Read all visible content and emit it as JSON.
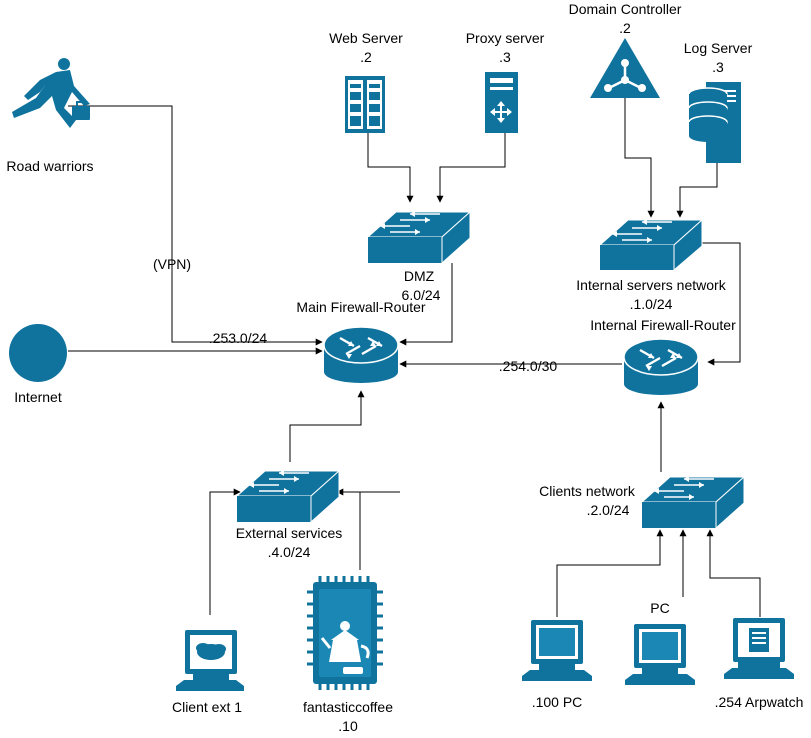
{
  "nodes": {
    "road_warriors": {
      "label": "Road warriors"
    },
    "internet": {
      "label": "Internet"
    },
    "web_server": {
      "name": "Web Server",
      "ip": ".2"
    },
    "proxy_server": {
      "name": "Proxy server",
      "ip": ".3"
    },
    "domain_controller": {
      "name": "Domain Controller",
      "ip": ".2"
    },
    "log_server": {
      "name": "Log Server",
      "ip": ".3"
    },
    "dmz_switch": {
      "name": "DMZ",
      "subnet": "6.0/24"
    },
    "internal_servers_switch": {
      "name": "Internal servers network",
      "subnet": ".1.0/24"
    },
    "main_router": {
      "label": "Main Firewall-Router"
    },
    "internal_router": {
      "label": "Internal Firewall-Router"
    },
    "external_switch": {
      "name": "External services",
      "subnet": ".4.0/24"
    },
    "clients_switch": {
      "name": "Clients network",
      "subnet": ".2.0/24"
    },
    "client_ext1": {
      "label": "Client ext 1"
    },
    "fantasticcoffee": {
      "name": "fantasticcoffee",
      "ip": ".10"
    },
    "pc_100": {
      "label": ".100 PC"
    },
    "pc": {
      "label": "PC"
    },
    "arpwatch": {
      "label": ".254 Arpwatch"
    }
  },
  "edge_labels": {
    "vpn": "(VPN)",
    "wan_subnet": ".253.0/24",
    "link_subnet": ".254.0/30"
  },
  "colors": {
    "device": "#10739e",
    "line": "#000000"
  }
}
